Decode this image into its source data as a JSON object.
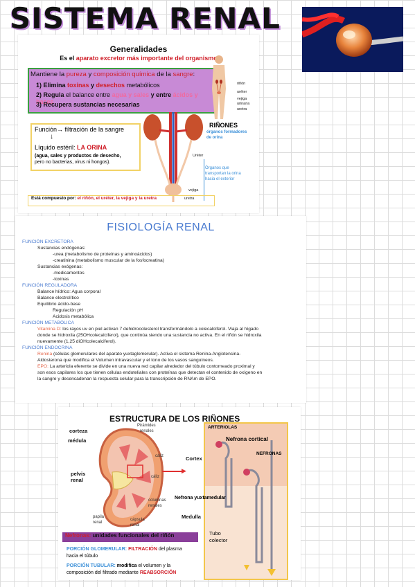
{
  "title": "SISTEMA RENAL",
  "generalidades": {
    "title": "Generalidades",
    "subtitle_pre": "Es el ",
    "subtitle_red": "aparato excretor más importante del organismo",
    "box_head_a": "Mantiene la ",
    "box_head_b": "pureza",
    "box_head_c": " y ",
    "box_head_d": "composición química",
    "box_head_e": " de la ",
    "box_head_f": "sangre",
    "box_head_g": ":",
    "item1_a": "1) Elimina ",
    "item1_b": "toxinas",
    "item1_c": " y ",
    "item1_d": "desechos",
    "item1_e": " metabólicos",
    "item2_a": "2) Regula",
    "item2_b": " el balance entre ",
    "item2_c": "agua y sales",
    "item2_d": " y entre ",
    "item2_e": "ácidos y bases",
    "item3": "3) Recupera sustancias necesarias",
    "funcion": "Función→ filtración de la sangre",
    "arrow": "↓",
    "liquido_a": "Líquido estéril: ",
    "liquido_b": "LA ORINA",
    "liquido_note1": "(agua, sales y productos de desecho,",
    "liquido_note2": "pero no bacterias, virus ni hongos).",
    "compuesto_a": "Está compuesto por: ",
    "compuesto_b": "el riñón, el uréter, la vejiga y la uretra",
    "rinones": "RIÑONES",
    "rinones_sub1": "órganos formadores",
    "rinones_sub2": "de orina",
    "ureter": "Uréter",
    "organos1": "Órganos que",
    "organos2": "transportan la orina",
    "organos3": "hacia el exterior",
    "vejiga": "vejiga",
    "uretra": "uretra",
    "fig_labels": [
      "riñón",
      "uréter",
      "vejiga",
      "urinaria",
      "uretra"
    ]
  },
  "fisiologia": {
    "title": "FISIOLOGÍA RENAL",
    "l1": "FUNCIÓN EXCRETORA",
    "l2": "Sustancias endógenas:",
    "l3": "-urea (metabolismo de proteínas y aminoácidos)",
    "l4": "-creatinina (metabolismo muscular de la fosfocreatina)",
    "l5": "Sustancias exógenas:",
    "l6": "-medicamentos",
    "l7": "-toxinas",
    "l8": "FUNCIÓN REGULADORA",
    "l9": "Balance hídrico: Agua corporal",
    "l10": "Balance electrolítico",
    "l11": "Equilibrio ácido-base",
    "l12": "Regulación pH",
    "l13": "Acidosis metabólica",
    "l14": "FUNCIÓN METABÓLICA",
    "l15a": "Vitamina D:",
    "l15b": " los rayos uv en piel activan 7 dehidrocolesterol transformándolo a colecalciferol. Viaja al hígado",
    "l16": "donde se hidroxila (25OHcolecalciferol), que continúa siendo una sustancia no activa. En el riñón se hidroxila",
    "l17": "nuevamente (1,25 diOHcolecalciferol).",
    "l18": "FUNCIÓN ENDOCRINA",
    "l19a": "Renina",
    "l19b": " (células glomerulares del aparato yuxtaglomerular). Activa el sistema Renina-Angiotensina-",
    "l20": "Aldosterona que modifica el Volumen intravascular y el tono de los vasos sanguíneos.",
    "l21a": "EPO:",
    "l21b": " La arteriola eferente se divide en una nueva red capilar alrededor del túbulo contorneado proximal y",
    "l22": "son esos capilares los que tienen células endoteliales con proteínas que detectan el contenido de oxígeno en",
    "l23": "la sangre y desencadenan la respuesta celular para la transcripción de RNAm de EPO."
  },
  "estructura": {
    "title": "ESTRUCTURA DE LOS RIÑONES",
    "corteza": "corteza",
    "medula": "médula",
    "piramides1": "Pirámides",
    "piramides2": "renales",
    "caliz1": "cáliz",
    "caliz2": "cáliz",
    "pelvis1": "pelvis",
    "pelvis2": "renal",
    "columnas1": "columnas",
    "columnas2": "renales",
    "papila1": "papila",
    "papila2": "renal",
    "capsula1": "cápsula",
    "capsula2": "renal",
    "cortex": "Cortex",
    "medulla": "Medulla",
    "arteriolas": "ARTERIOLAS",
    "nefrona_cortical": "Nefrona cortical",
    "nefronas": "NEFRONAS",
    "nefrona_yuxta": "Nefrona yuxtamedular",
    "tubo1": "Tubo",
    "tubo2": "colector",
    "unidades_a": "Nefronas:",
    "unidades_b": " unidades funcionales del riñón",
    "glom_a": "PORCIÓN GLOMERULAR: ",
    "glom_b": "FILTRACIÓN",
    "glom_c": " del plasma",
    "glom_d": "hacia el túbulo",
    "tub_a": "PORCIÓN TUBULAR: ",
    "tub_b": "modifica",
    "tub_c": " el volumen y la",
    "tub_d": "composición del filtrado mediante ",
    "tub_e": "REABSORCIÓN"
  }
}
